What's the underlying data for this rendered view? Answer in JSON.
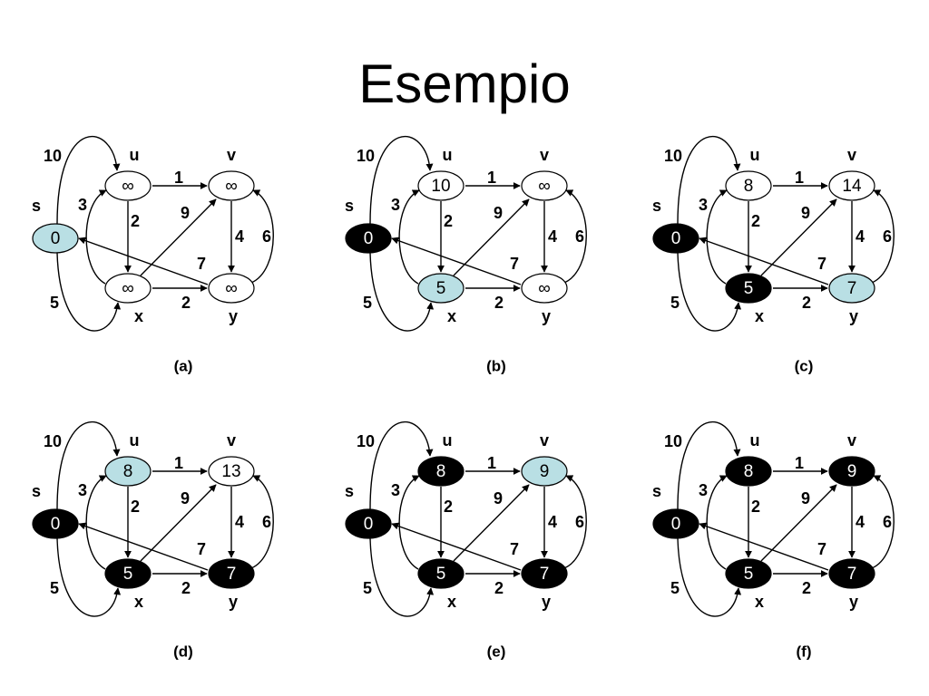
{
  "title": "Esempio",
  "colors": {
    "white": "#ffffff",
    "light": "#b9dfe4",
    "black": "#000000"
  },
  "node_names": {
    "s": "s",
    "u": "u",
    "v": "v",
    "x": "x",
    "y": "y"
  },
  "edges": [
    {
      "from": "s",
      "to": "u",
      "weight": "10"
    },
    {
      "from": "s",
      "to": "x",
      "weight": "5"
    },
    {
      "from": "u",
      "to": "v",
      "weight": "1"
    },
    {
      "from": "u",
      "to": "x",
      "weight": "2"
    },
    {
      "from": "x",
      "to": "u",
      "weight": "3"
    },
    {
      "from": "x",
      "to": "v",
      "weight": "9"
    },
    {
      "from": "x",
      "to": "y",
      "weight": "2"
    },
    {
      "from": "v",
      "to": "y",
      "weight": "4"
    },
    {
      "from": "y",
      "to": "v",
      "weight": "6"
    },
    {
      "from": "y",
      "to": "s",
      "weight": "7"
    }
  ],
  "panels": [
    {
      "caption": "(a)",
      "nodes": {
        "s": {
          "value": "0",
          "fill": "light"
        },
        "u": {
          "value": "∞",
          "fill": "white"
        },
        "v": {
          "value": "∞",
          "fill": "white"
        },
        "x": {
          "value": "∞",
          "fill": "white"
        },
        "y": {
          "value": "∞",
          "fill": "white"
        }
      }
    },
    {
      "caption": "(b)",
      "nodes": {
        "s": {
          "value": "0",
          "fill": "black"
        },
        "u": {
          "value": "10",
          "fill": "white"
        },
        "v": {
          "value": "∞",
          "fill": "white"
        },
        "x": {
          "value": "5",
          "fill": "light"
        },
        "y": {
          "value": "∞",
          "fill": "white"
        }
      }
    },
    {
      "caption": "(c)",
      "nodes": {
        "s": {
          "value": "0",
          "fill": "black"
        },
        "u": {
          "value": "8",
          "fill": "white"
        },
        "v": {
          "value": "14",
          "fill": "white"
        },
        "x": {
          "value": "5",
          "fill": "black"
        },
        "y": {
          "value": "7",
          "fill": "light"
        }
      }
    },
    {
      "caption": "(d)",
      "nodes": {
        "s": {
          "value": "0",
          "fill": "black"
        },
        "u": {
          "value": "8",
          "fill": "light"
        },
        "v": {
          "value": "13",
          "fill": "white"
        },
        "x": {
          "value": "5",
          "fill": "black"
        },
        "y": {
          "value": "7",
          "fill": "black"
        }
      }
    },
    {
      "caption": "(e)",
      "nodes": {
        "s": {
          "value": "0",
          "fill": "black"
        },
        "u": {
          "value": "8",
          "fill": "black"
        },
        "v": {
          "value": "9",
          "fill": "light"
        },
        "x": {
          "value": "5",
          "fill": "black"
        },
        "y": {
          "value": "7",
          "fill": "black"
        }
      }
    },
    {
      "caption": "(f)",
      "nodes": {
        "s": {
          "value": "0",
          "fill": "black"
        },
        "u": {
          "value": "8",
          "fill": "black"
        },
        "v": {
          "value": "9",
          "fill": "black"
        },
        "x": {
          "value": "5",
          "fill": "black"
        },
        "y": {
          "value": "7",
          "fill": "black"
        }
      }
    }
  ]
}
